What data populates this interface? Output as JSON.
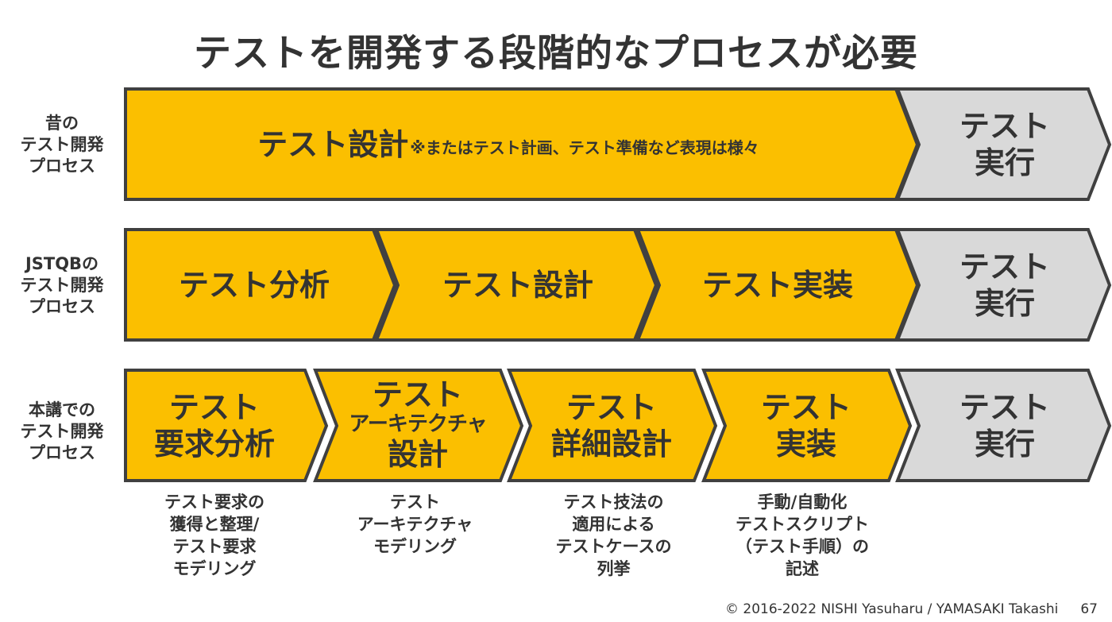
{
  "title": "テストを開発する段階的なプロセスが必要",
  "rows": [
    {
      "label": [
        "昔の",
        "テスト開発",
        "プロセス"
      ],
      "stages": [
        {
          "main": "テスト設計",
          "note": "※またはテスト計画、テスト準備など表現は様々"
        },
        {
          "lines": [
            "テスト",
            "実行"
          ]
        }
      ]
    },
    {
      "label": [
        "JSTQBの",
        "テスト開発",
        "プロセス"
      ],
      "stages": [
        {
          "lines": [
            "テスト分析"
          ]
        },
        {
          "lines": [
            "テスト設計"
          ]
        },
        {
          "lines": [
            "テスト実装"
          ]
        },
        {
          "lines": [
            "テスト",
            "実行"
          ]
        }
      ]
    },
    {
      "label": [
        "本講での",
        "テスト開発",
        "プロセス"
      ],
      "stages": [
        {
          "lines": [
            "テスト",
            "要求分析"
          ]
        },
        {
          "lines": [
            "テスト",
            "アーキテクチャ",
            "設計"
          ]
        },
        {
          "lines": [
            "テスト",
            "詳細設計"
          ]
        },
        {
          "lines": [
            "テスト",
            "実装"
          ]
        },
        {
          "lines": [
            "テスト",
            "実行"
          ]
        }
      ],
      "notes": [
        [
          "テスト要求の",
          "獲得と整理/",
          "テスト要求",
          "モデリング"
        ],
        [
          "テスト",
          "アーキテクチャ",
          "モデリング"
        ],
        [
          "テスト技法の",
          "適用による",
          "テストケースの",
          "列挙"
        ],
        [
          "手動/自動化",
          "テストスクリプト",
          "（テスト手順）の",
          "記述"
        ]
      ]
    }
  ],
  "colors": {
    "yellow": "#FBBF00",
    "gray": "#D9D9D9",
    "border": "#404040",
    "text": "#333333"
  },
  "footer": {
    "copyright": "© 2016-2022 NISHI Yasuharu / YAMASAKI Takashi",
    "page": "67"
  }
}
